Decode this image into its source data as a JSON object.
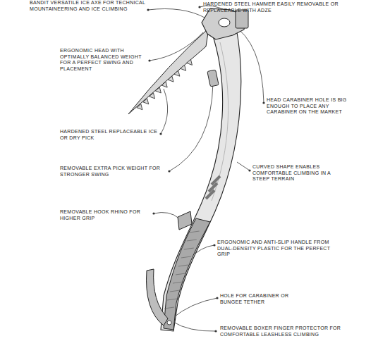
{
  "diagram": {
    "labels": [
      "BANDIT VERSATILE ICE AXE FOR TECHNICAL MOUNTAINEERING AND ICE CLIMBING",
      "HARDENED STEEL HAMMER EASILY REMOVABLE OR REPLACEABLE WITH ADZE",
      "ERGONOMIC HEAD WITH OPTIMALLY BALANCED WEIGHT FOR A PERFECT SWING AND PLACEMENT",
      "HEAD CARABINER HOLE IS BIG ENOUGH TO PLACE ANY CARABINER ON THE MARKET",
      "HARDENED STEEL REPLACEABLE ICE OR DRY PICK",
      "REMOVABLE EXTRA PICK WEIGHT FOR STRONGER SWING",
      "CURVED SHAPE ENABLES COMFORTABLE CLIMBING IN A STEEP TERRAIN",
      "REMOVABLE HOOK RHINO FOR HIGHER GRIP",
      "ERGONOMIC AND ANTI-SLIP HANDLE FROM DUAL-DENSITY PLASTIC FOR THE PERFECT GRIP",
      "HOLE FOR CARABINER OR BUNGEE TETHER",
      "REMOVABLE BOXER FINGER PROTECTOR FOR COMFORTABLE LEASHLESS CLIMBING"
    ]
  }
}
